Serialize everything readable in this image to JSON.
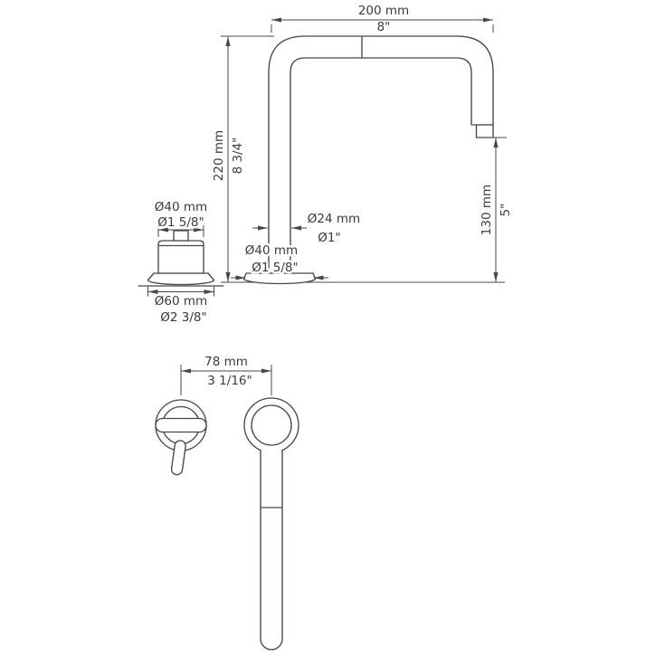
{
  "drawing": {
    "background_color": "#ffffff",
    "line_color": "#474747",
    "text_color": "#3b3b3b"
  },
  "dims": {
    "reach": {
      "metric": "200 mm",
      "imperial": "8\""
    },
    "height": {
      "metric": "220 mm",
      "imperial": "8 3/4\""
    },
    "clearance": {
      "metric": "130 mm",
      "imperial": "5\""
    },
    "handle_dia": {
      "metric": "Ø40 mm",
      "imperial": "Ø1 5/8\""
    },
    "tube_dia": {
      "metric": "Ø24 mm",
      "imperial": "Ø1\""
    },
    "spout_base_dia": {
      "metric": "Ø40 mm",
      "imperial": "Ø1 5/8\""
    },
    "handle_base_dia": {
      "metric": "Ø60 mm",
      "imperial": "Ø2 3/8\""
    },
    "spacing": {
      "metric": "78 mm",
      "imperial": "3 1/16\""
    }
  }
}
